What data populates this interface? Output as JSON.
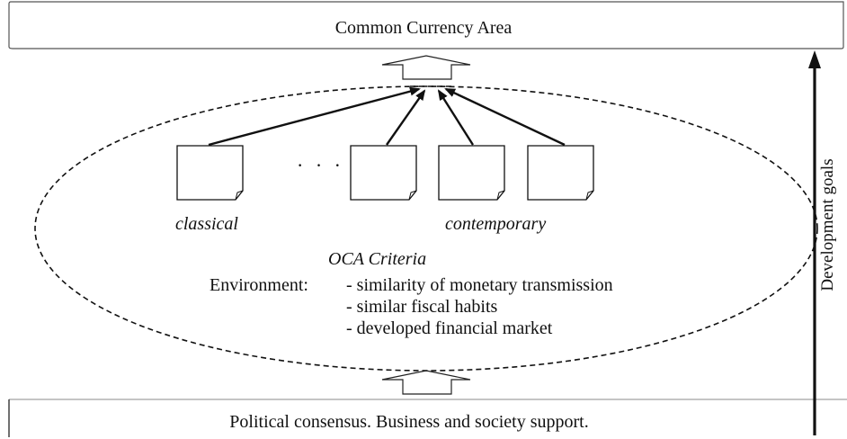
{
  "top_box": {
    "label": "Common Currency Area"
  },
  "bottom_box": {
    "label": "Political consensus. Business and society support."
  },
  "criteria": {
    "classical_label": "classical",
    "contemporary_label": "contemporary",
    "ellipsis": "· · ·"
  },
  "oca": {
    "title": "OCA Criteria",
    "environment_label": "Environment:",
    "environment_items": [
      "- similarity of monetary transmission",
      "- similar fiscal habits",
      "- developed financial market"
    ]
  },
  "side_arrow": {
    "label": "Development goals"
  },
  "colors": {
    "line": "#111111",
    "border": "#777777",
    "background": "#ffffff"
  }
}
